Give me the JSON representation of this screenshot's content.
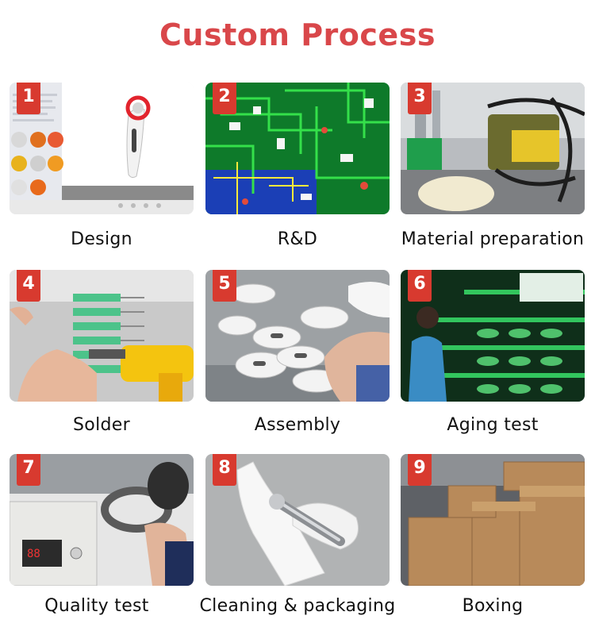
{
  "title": "Custom Process",
  "colors": {
    "title": "#d9474a",
    "badge": "#d83a2f"
  },
  "steps": [
    {
      "number": "1",
      "label": "Design"
    },
    {
      "number": "2",
      "label": "R&D"
    },
    {
      "number": "3",
      "label": "Material preparation"
    },
    {
      "number": "4",
      "label": "Solder"
    },
    {
      "number": "5",
      "label": "Assembly"
    },
    {
      "number": "6",
      "label": "Aging test"
    },
    {
      "number": "7",
      "label": "Quality test"
    },
    {
      "number": "8",
      "label": "Cleaning & packaging"
    },
    {
      "number": "9",
      "label": "Boxing"
    }
  ]
}
